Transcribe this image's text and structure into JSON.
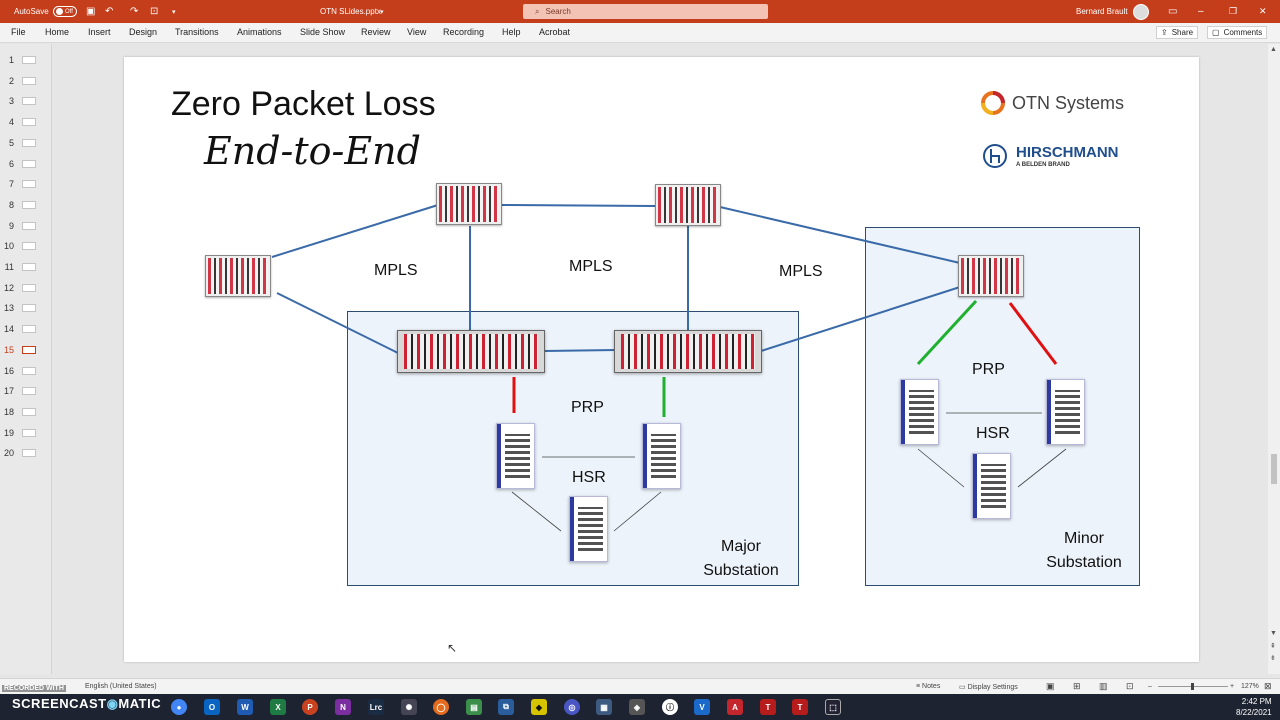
{
  "titlebar": {
    "autosave": "AutoSave",
    "autosave_state": "Off",
    "filename": "OTN SLides.pptx",
    "search_placeholder": "Search",
    "user": "Bernard Brault",
    "minimize": "–",
    "restore": "❐",
    "close": "✕"
  },
  "menu": {
    "tabs": [
      "File",
      "Home",
      "Insert",
      "Design",
      "Transitions",
      "Animations",
      "Slide Show",
      "Review",
      "View",
      "Recording",
      "Help",
      "Acrobat"
    ],
    "share": "Share",
    "comments": "Comments"
  },
  "thumbnails": {
    "numbers": [
      "1",
      "2",
      "3",
      "4",
      "5",
      "6",
      "7",
      "8",
      "9",
      "10",
      "11",
      "12",
      "13",
      "14",
      "15",
      "16",
      "17",
      "18",
      "19",
      "20"
    ],
    "active": "15"
  },
  "slide": {
    "title_line1": "Zero Packet Loss",
    "title_line2": "End-to-End",
    "logo1": "OTN Systems",
    "logo2": "HIRSCHMANN",
    "logo2_sub": "A BELDEN BRAND",
    "mpls_labels": [
      "MPLS",
      "MPLS",
      "MPLS"
    ],
    "major_prp": "PRP",
    "major_hsr": "HSR",
    "major_box_line1": "Major",
    "major_box_line2": "Substation",
    "minor_prp": "PRP",
    "minor_hsr": "HSR",
    "minor_box_line1": "Minor",
    "minor_box_line2": "Substation",
    "colors": {
      "link": "#3a6aa8",
      "prp_red": "#e01010",
      "prp_green": "#20b030",
      "box_border": "#2c4c70",
      "box_fill": "#ecf3fa"
    }
  },
  "statusbar": {
    "recorded": "RECORDED WITH",
    "language": "English (United States)",
    "notes": "Notes",
    "display_settings": "Display Settings",
    "zoom": "127%"
  },
  "taskbar": {
    "screencast": "SCREENCAST",
    "screencast2": "MATIC",
    "time": "2:42 PM",
    "date": "8/22/2021"
  }
}
